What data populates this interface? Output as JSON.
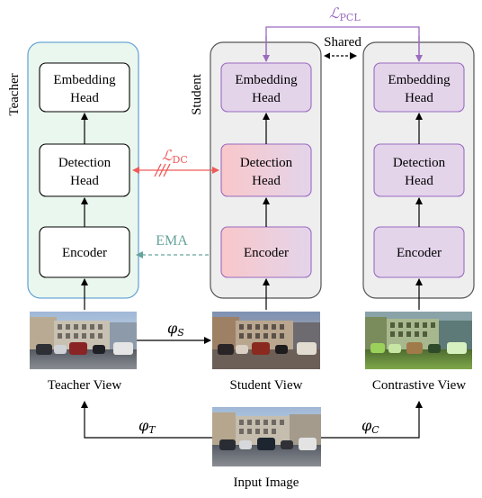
{
  "teacher": {
    "side_label": "Teacher",
    "blocks": [
      "Embedding Head",
      "Detection Head",
      "Encoder"
    ],
    "view_label": "Teacher View",
    "fill": "#eaf7ee",
    "border": "#6aa6d6"
  },
  "student": {
    "side_label": "Student",
    "blocks": [
      "Embedding Head",
      "Detection Head",
      "Encoder"
    ],
    "view_label": "Student View",
    "fill": "#eeeeee",
    "block_fill": "#e3d4ea",
    "block_highlight": "#f9c9cc"
  },
  "contrastive": {
    "blocks": [
      "Embedding Head",
      "Detection Head",
      "Encoder"
    ],
    "view_label": "Contrastive View"
  },
  "losses": {
    "pcl": "ℒPCL",
    "dc": "ℒDC",
    "ema": "EMA",
    "shared": "Shared",
    "pcl_color": "#9b6bc0",
    "dc_color": "#ee5a5a",
    "ema_color": "#66a39a"
  },
  "transforms": {
    "phi_s": "φS",
    "phi_t": "φT",
    "phi_c": "φC"
  },
  "input_label": "Input Image"
}
